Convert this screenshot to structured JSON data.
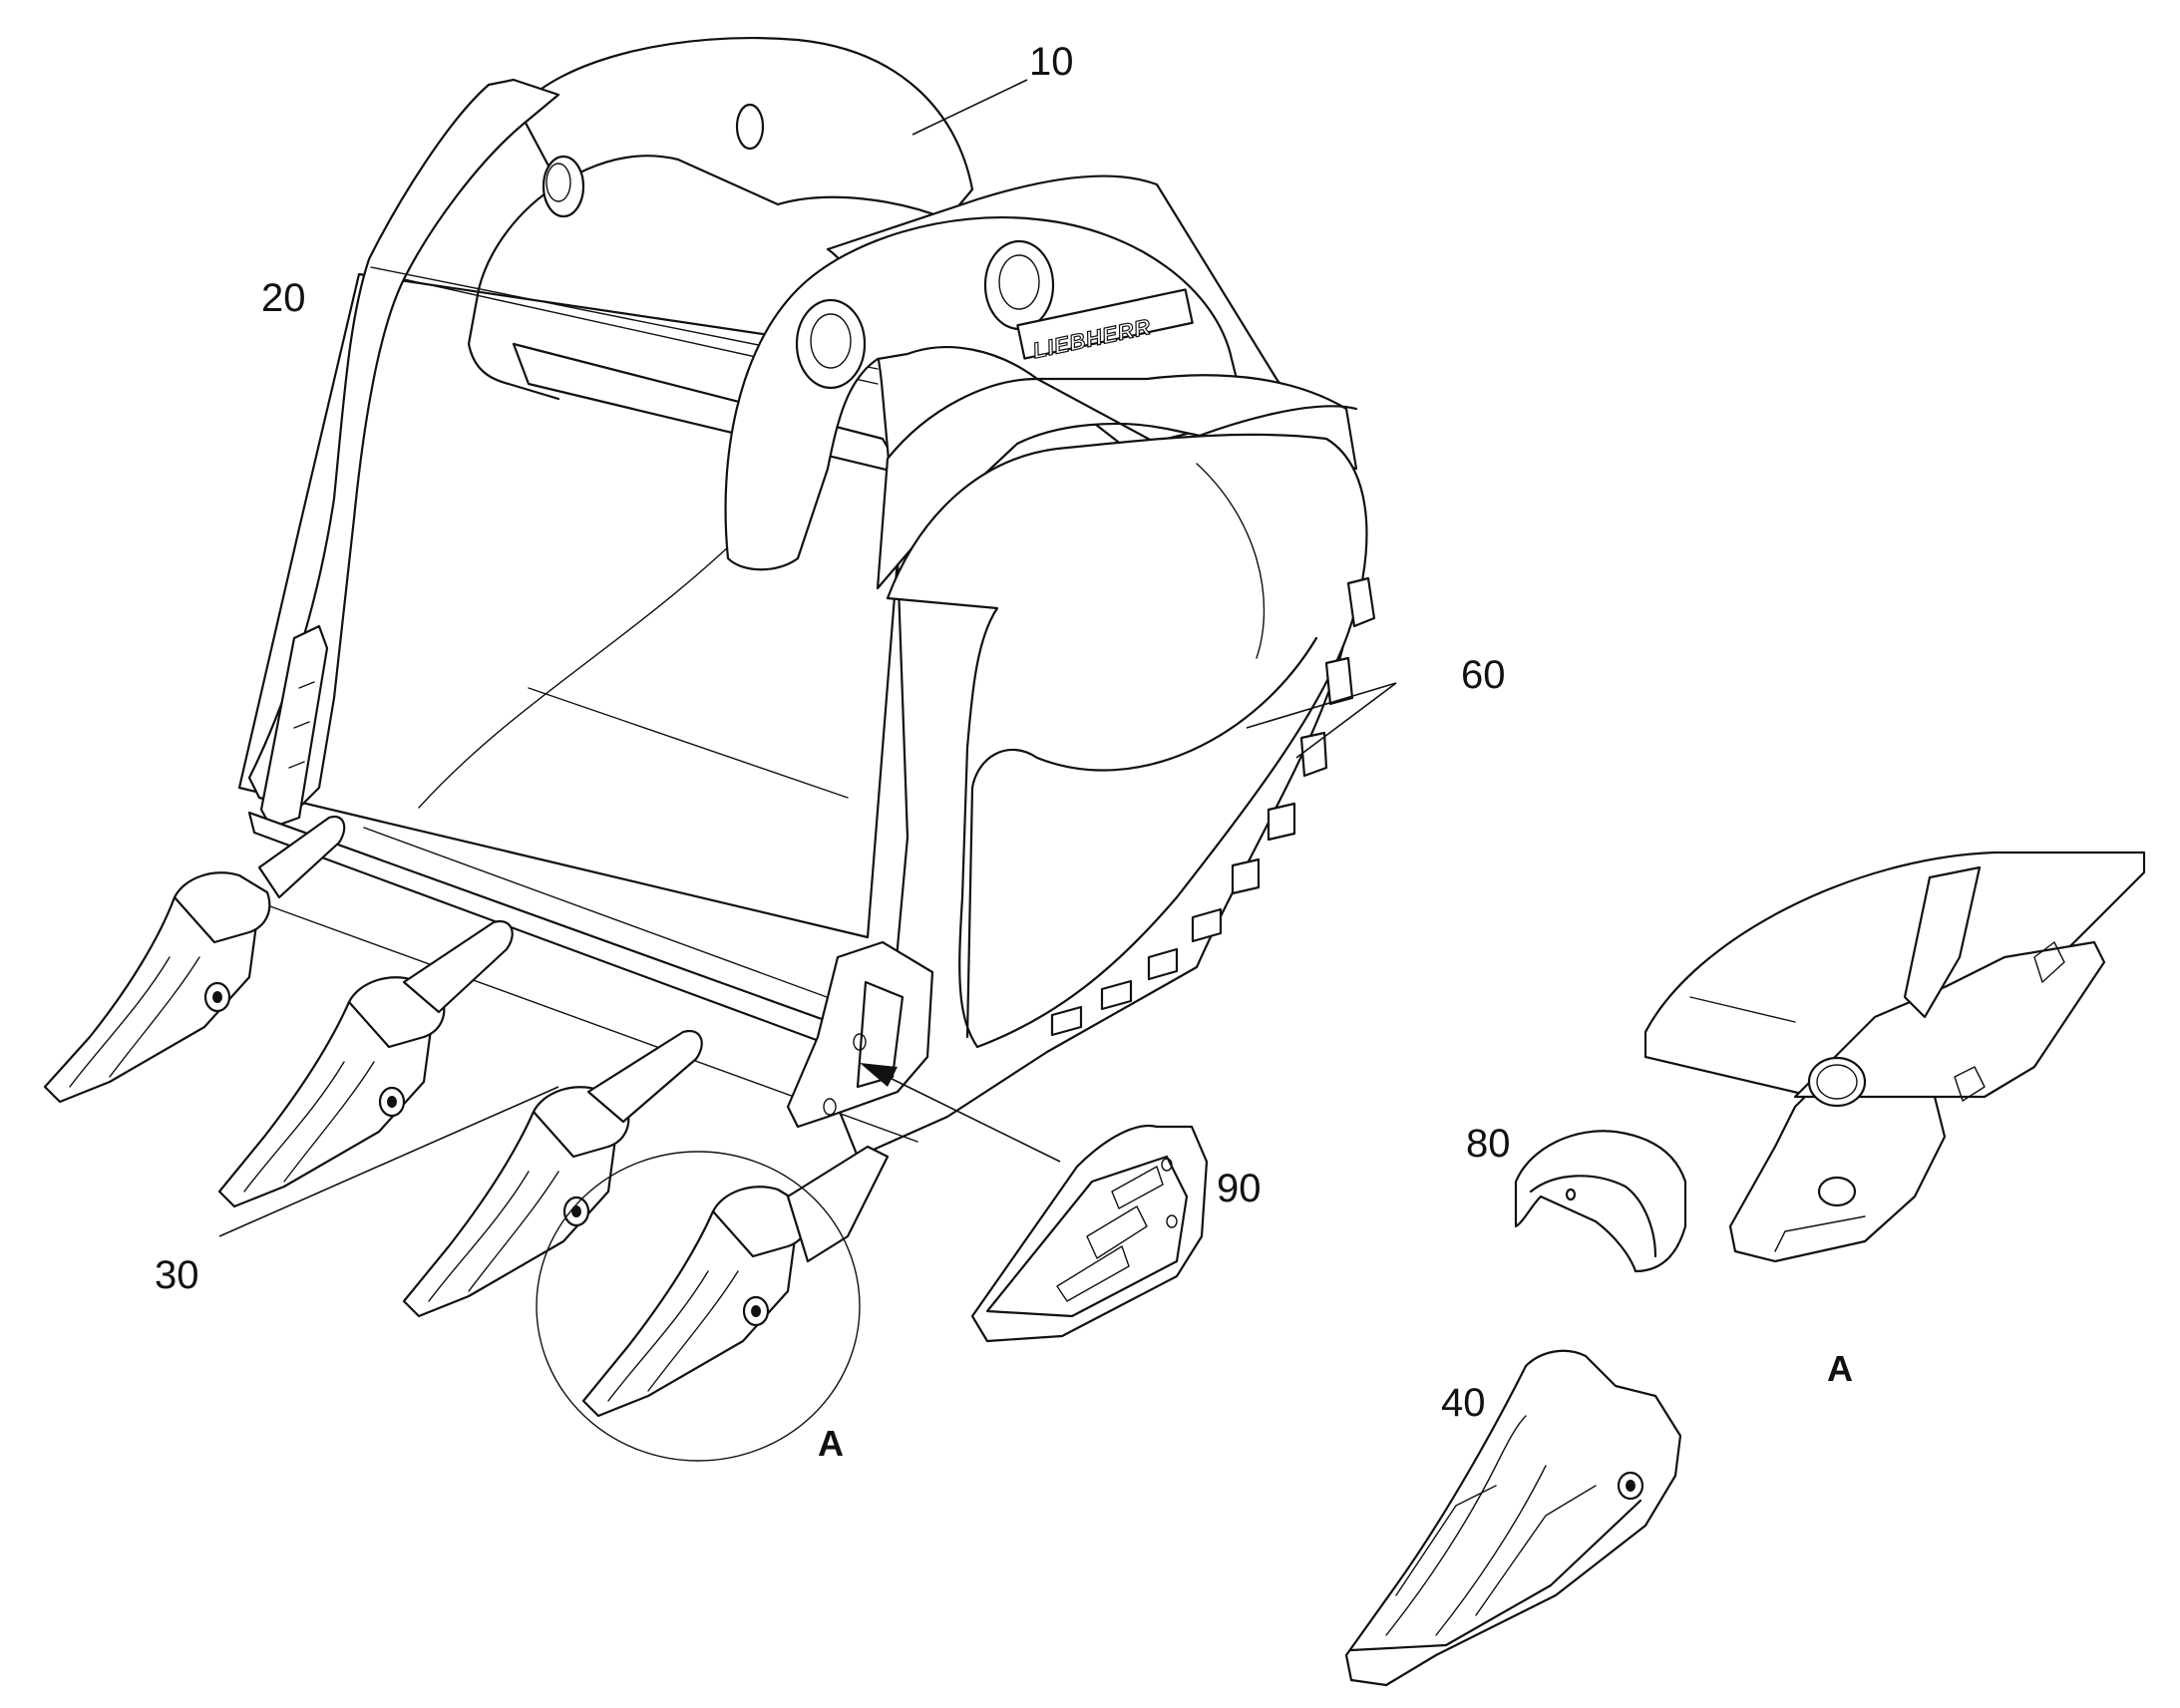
{
  "figure": {
    "brand_logo": "LIEBHERR",
    "parts": [
      {
        "ref": "10"
      },
      {
        "ref": "20"
      },
      {
        "ref": "30"
      },
      {
        "ref": "40"
      },
      {
        "ref": "60"
      },
      {
        "ref": "80"
      },
      {
        "ref": "90"
      }
    ],
    "detail_marker": "A",
    "detail_view_label": "A"
  }
}
